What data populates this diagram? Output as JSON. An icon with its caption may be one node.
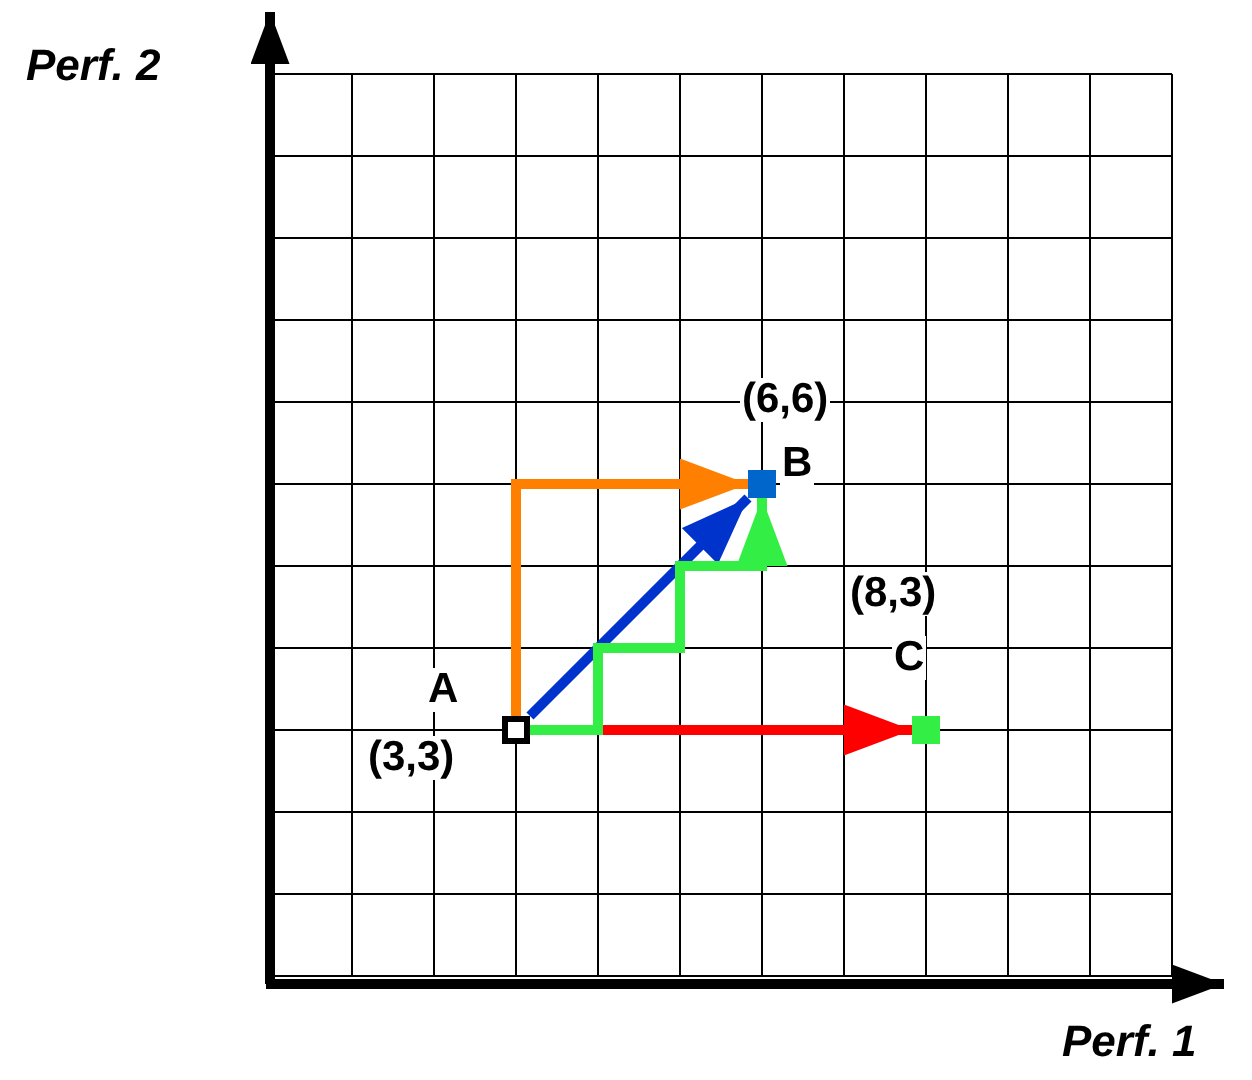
{
  "diagram": {
    "nodes": [
      {
        "text": [],
        "shape": "box",
        "beside": [
          "A",
          "(3,3)"
        ]
      },
      {
        "text": [],
        "shape": "box",
        "beside": [
          "(6,6)",
          "B"
        ]
      },
      {
        "text": [],
        "shape": "box",
        "beside": [
          "(8,3)",
          "C"
        ]
      }
    ],
    "edges": [
      {
        "from": 0,
        "to": 2,
        "arrow": "to",
        "color": "#ff0000"
      },
      {
        "from": 0,
        "to": 1,
        "arrow": "to",
        "color": "#ff7f00"
      },
      {
        "from": 0,
        "to": 1,
        "arrow": "to",
        "color": "#0033cc"
      },
      {
        "from": 0,
        "to": 1,
        "arrow": "to",
        "color": "#33ee44"
      }
    ],
    "labels": [
      "Perf. 2",
      "Perf. 1"
    ]
  }
}
